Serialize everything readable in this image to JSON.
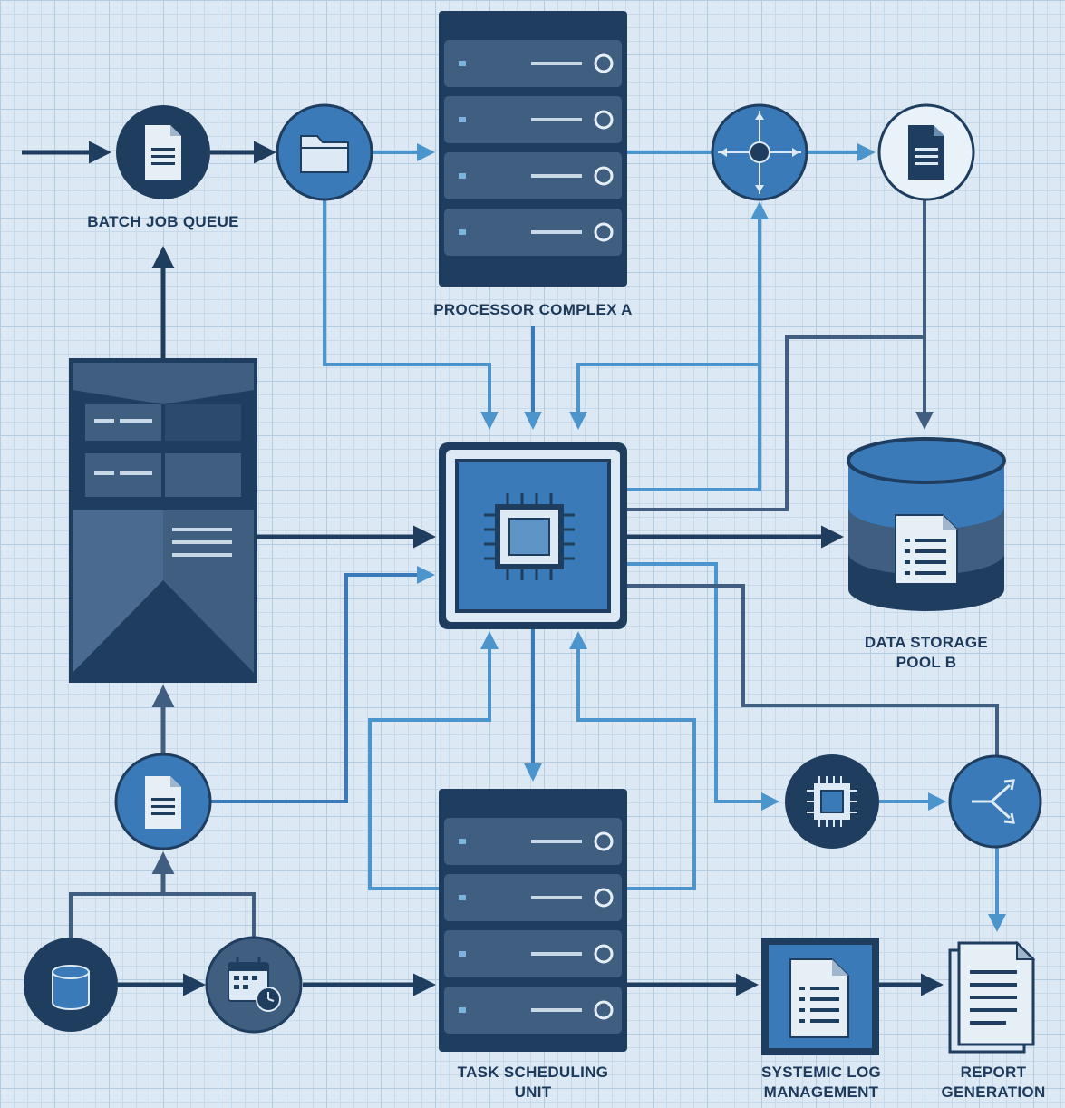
{
  "labels": {
    "batch_job_queue": "BATCH JOB QUEUE",
    "processor_complex": "PROCESSOR COMPLEX A",
    "data_storage_line1": "DATA STORAGE",
    "data_storage_line2": "POOL B",
    "task_scheduling_line1": "TASK SCHEDULING",
    "task_scheduling_line2": "UNIT",
    "systemic_log_line1": "SYSTEMIC LOG",
    "systemic_log_line2": "MANAGEMENT",
    "report_line1": "REPORT",
    "report_line2": "GENERATION"
  },
  "colors": {
    "navy": "#1f3d5e",
    "steel": "#3f5e80",
    "mid_blue": "#3a7ab8",
    "light_arrow": "#4b95cc",
    "background": "#dce9f4"
  }
}
